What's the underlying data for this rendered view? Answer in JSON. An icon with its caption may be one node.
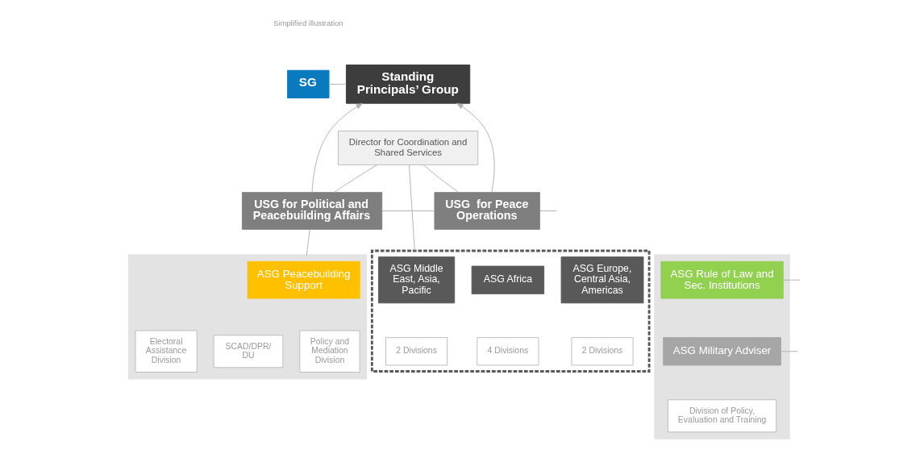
{
  "diagram": {
    "nodes": [
      {
        "text": [
          "SG"
        ]
      },
      {
        "text": [
          "Standing Principals’ Group"
        ]
      },
      {
        "text": [
          "Director for Coordination and Shared Services"
        ]
      },
      {
        "text": [
          "USG for Political and Peacebuilding Affairs"
        ]
      },
      {
        "text": [
          "USG  for Peace Operations"
        ]
      },
      {
        "text": [],
        "shape": "box"
      },
      {
        "text": [
          "ASG Peacebuilding Support"
        ],
        "in": 5
      },
      {
        "text": [],
        "shape": "box"
      },
      {
        "text": [
          "ASG Middle East, Asia, Pacific"
        ],
        "in": 7
      },
      {
        "text": [
          "2 Divisions"
        ],
        "in": 7
      },
      {
        "text": [
          "ASG Africa"
        ],
        "in": 7
      },
      {
        "text": [
          "4 Divisions"
        ],
        "in": 7
      },
      {
        "text": [
          "ASG Europe, Central Asia, Americas"
        ],
        "in": 7
      },
      {
        "text": [
          "2 Divisions"
        ],
        "in": 7
      },
      {
        "text": [
          "Electoral Assistance Division"
        ],
        "in": 5
      },
      {
        "text": [
          "SCAD/DPR/ DU"
        ],
        "in": 5
      },
      {
        "text": [
          "Policy and Mediation Division"
        ],
        "in": 5
      },
      {
        "text": [],
        "shape": "box"
      },
      {
        "text": [
          "ASG Rule of Law and Sec. Institutions"
        ],
        "in": 17
      },
      {
        "text": [
          "ASG Military Adviser"
        ],
        "in": 17
      },
      {
        "text": [
          "Division of Policy, Evaluation and Training"
        ],
        "in": 17
      }
    ],
    "edges": [
      {
        "from": 0,
        "to": 1,
        "arrow": "none"
      },
      {
        "from": 3,
        "to": 1,
        "arrow": "to"
      },
      {
        "from": 4,
        "to": 1,
        "arrow": "to"
      },
      {
        "from": 2,
        "to": 3,
        "arrow": "none"
      },
      {
        "from": 2,
        "to": 4,
        "arrow": "none"
      },
      {
        "from": 3,
        "to": 4,
        "arrow": "none"
      },
      {
        "from": 2,
        "to": 7,
        "arrow": "none"
      },
      {
        "from": 3,
        "to": 5,
        "arrow": "none"
      },
      {
        "from": 4,
        "to": null,
        "arrow": "none"
      },
      {
        "from": 18,
        "to": null,
        "arrow": "none"
      },
      {
        "from": 19,
        "to": null,
        "arrow": "none"
      }
    ],
    "labels": [
      "Simplified illustration"
    ]
  }
}
